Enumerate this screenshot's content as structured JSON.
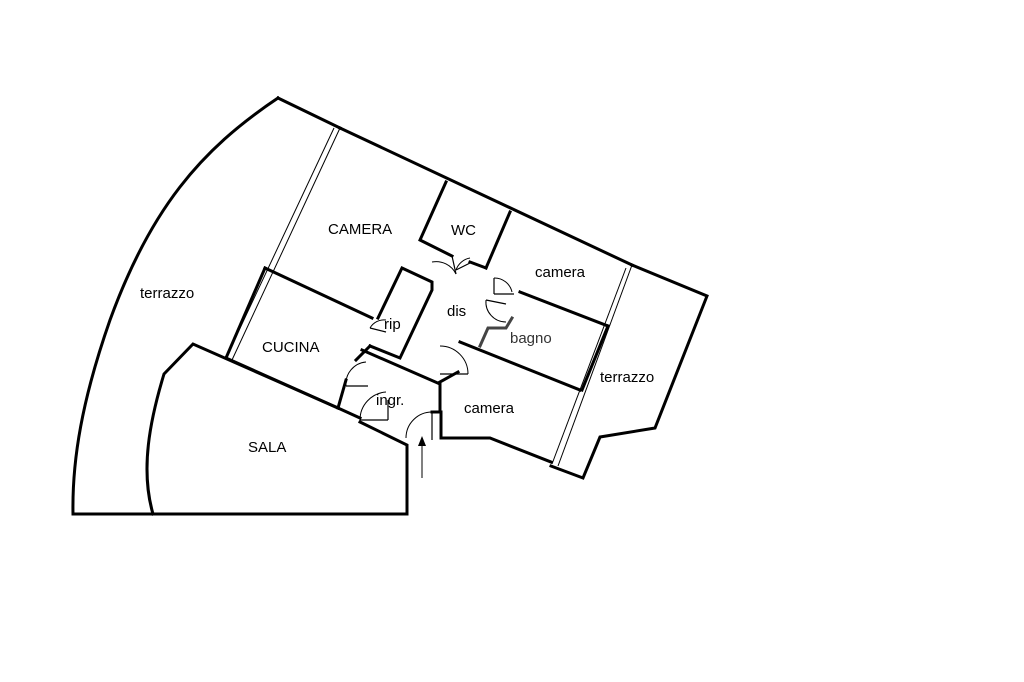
{
  "rooms": {
    "camera_top": "CAMERA",
    "wc": "WC",
    "camera_right": "camera",
    "terrazzo_left": "terrazzo",
    "rip": "rip",
    "dis": "dis",
    "bagno": "bagno",
    "cucina": "CUCINA",
    "terrazzo_right": "terrazzo",
    "ingr": "ingr.",
    "camera_bottom": "camera",
    "sala": "SALA"
  },
  "icons": {
    "entrance": "arrow-up-icon",
    "door": "door-swing-icon"
  }
}
